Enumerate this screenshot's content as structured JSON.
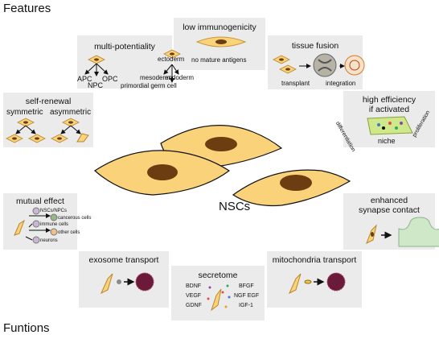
{
  "headings": {
    "features": "Features",
    "functions": "Funtions"
  },
  "center_label": "NSCs",
  "features": {
    "low_immunogenicity": {
      "title": "low immunogenicity",
      "caption": "no mature antigens"
    },
    "multi_potentiality": {
      "title": "multi-potentiality",
      "ectoderm": "ectoderm",
      "mesoderm": "mesoderm",
      "endoderm": "endoderm",
      "primordial": "primordial germ cell",
      "apc": "APC",
      "npc": "NPC",
      "opc": "OPC"
    },
    "tissue_fusion": {
      "title": "tissue fusion",
      "transplant": "transplant",
      "integration": "integration"
    },
    "self_renewal": {
      "title": "self-renewal",
      "symmetric": "symmetric",
      "asymmetric": "asymmetric"
    },
    "high_efficiency": {
      "title_line1": "high efficiency",
      "title_line2": "if activated",
      "differentiation": "differentiation",
      "proliferation": "proliferation",
      "niche": "niche"
    }
  },
  "functions": {
    "mutual_effect": {
      "title": "mutual effect",
      "nscs_npcs": "NSCs/NPCs",
      "cancerous": "cancerous cells",
      "immune": "immune cells",
      "other": "other cells",
      "neurons": "neurons"
    },
    "enhanced_synapse": {
      "title_line1": "enhanced",
      "title_line2": "synapse contact"
    },
    "exosome_transport": {
      "title": "exosome transport"
    },
    "secretome": {
      "title": "secretome",
      "bdnf": "BDNF",
      "vegf": "VEGF",
      "gdnf": "GDNF",
      "bfgf": "BFGF",
      "ngf_egf": "NGF EGF",
      "igf1": "IGF-1"
    },
    "mitochondria_transport": {
      "title": "mitochondria transport"
    }
  },
  "colors": {
    "box": "#ebebeb",
    "cell_fill": "#f9d27a",
    "cell_stroke": "#c99a3a",
    "nucleus": "#6b3d10",
    "tumor": "#6b1a3a",
    "synapse": "#cfe8c8"
  }
}
